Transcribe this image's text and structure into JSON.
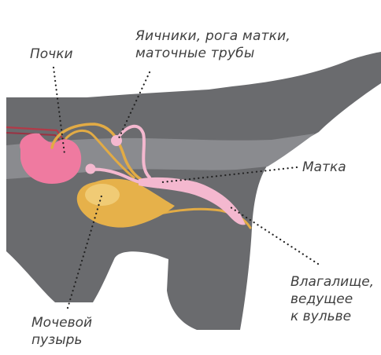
{
  "labels": {
    "kidneys": [
      "Почки"
    ],
    "ovaries": [
      "Яичники, рога матки,",
      "маточные трубы"
    ],
    "uterus": [
      "Матка"
    ],
    "vagina": [
      "Влагалище,",
      "ведущее",
      "к вульве"
    ],
    "bladder": [
      "Мочевой",
      "пузырь"
    ]
  },
  "colors": {
    "body_dark": "#6a6b6e",
    "body_light": "#8a8b8f",
    "kidney": "#ef7aa0",
    "kidney_vessel": "#b23a48",
    "bladder": "#e6b14a",
    "bladder_highlight": "#f2d27f",
    "ureter": "#e2ab45",
    "reproductive": "#f4b8cf",
    "leader_line": "#222222"
  }
}
